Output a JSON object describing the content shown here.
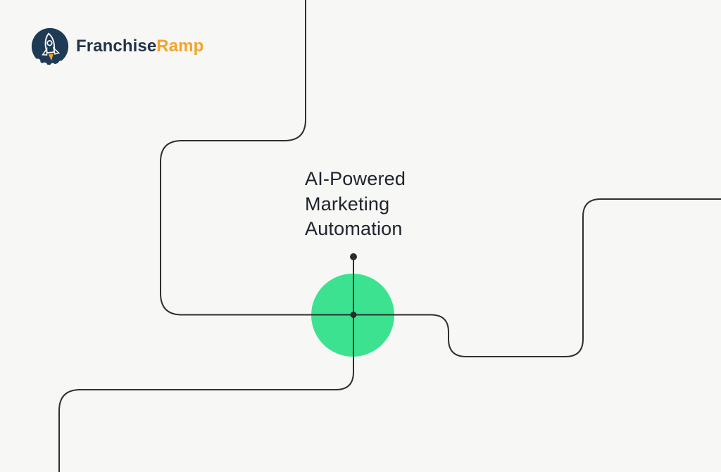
{
  "logo": {
    "brand_first": "Franchise",
    "brand_second": "Ramp"
  },
  "headline": {
    "line1": "AI-Powered",
    "line2": "Marketing",
    "line3": "Automation"
  },
  "colors": {
    "background": "#f7f7f5",
    "flow_line": "#2f2f2f",
    "accent_green": "#3de291",
    "node_dot": "#2b2b2b",
    "headline_text": "#20242e",
    "brand_navy": "#1e3a54",
    "brand_text_navy": "#233348",
    "brand_orange": "#f5a326",
    "rocket_outline": "#f4f5f6"
  }
}
